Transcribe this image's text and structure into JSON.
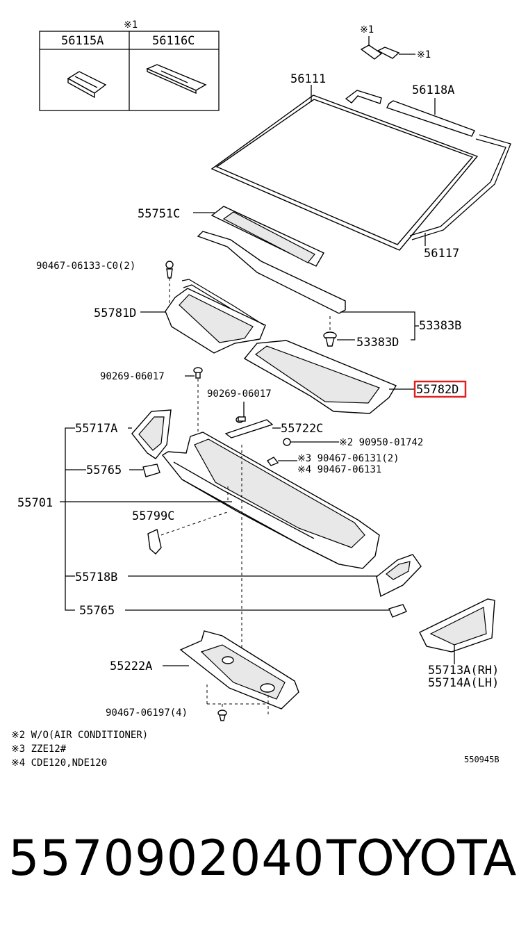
{
  "inset": {
    "mark": "※1",
    "col1": "56115A",
    "col2": "56116C"
  },
  "callouts": {
    "c1a": "※1",
    "c1b": "※1",
    "p56111": "56111",
    "p56118A": "56118A",
    "p56117": "56117",
    "p55751C": "55751C",
    "p90467_06133": "90467-06133-C0(2)",
    "p55781D": "55781D",
    "p53383B": "53383B",
    "p53383D": "53383D",
    "p55782D": "55782D",
    "p90269_a": "90269-06017",
    "p90269_b": "90269-06017",
    "p55717A": "55717A",
    "p55722C": "55722C",
    "p90950": "※2 90950-01742",
    "p90467_06131_2": "※3 90467-06131(2)",
    "p90467_06131": "※4 90467-06131",
    "p55765a": "55765",
    "p55701": "55701",
    "p55799C": "55799C",
    "p55718B": "55718B",
    "p55765b": "55765",
    "p55713A": "55713A(RH)",
    "p55714A": "55714A(LH)",
    "p55222A": "55222A",
    "p90467_06197": "90467-06197(4)"
  },
  "notes": [
    "※2 W/O(AIR CONDITIONER)",
    "※3 ZZE12#",
    "※4 CDE120,NDE120"
  ],
  "diagram_id": "550945B",
  "highlight_color": "#e0201f",
  "footer": {
    "part_number": "5570902040",
    "brand": "TOYOTA"
  }
}
